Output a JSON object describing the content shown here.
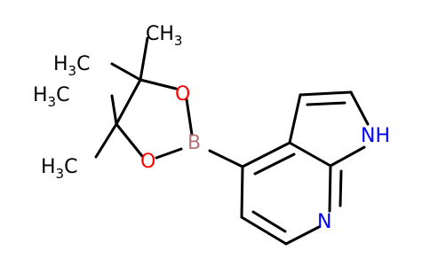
{
  "molecule": {
    "atoms": {
      "nh": {
        "text": "NH",
        "color": "#0000ff"
      },
      "n": {
        "text": "N",
        "color": "#0000ff"
      },
      "b": {
        "text": "B",
        "color": "#b57575"
      },
      "o_top": {
        "text": "O",
        "color": "#ff0000"
      },
      "o_bottom": {
        "text": "O",
        "color": "#ff0000"
      }
    },
    "methyls": [
      {
        "main": "CH",
        "sub": "3"
      },
      {
        "main": "H",
        "sub": "3",
        "tail": "C"
      },
      {
        "main": "H",
        "sub": "3",
        "tail": "C"
      },
      {
        "main": "H",
        "sub": "3",
        "tail": "C"
      }
    ],
    "bond_color": "#000000"
  }
}
